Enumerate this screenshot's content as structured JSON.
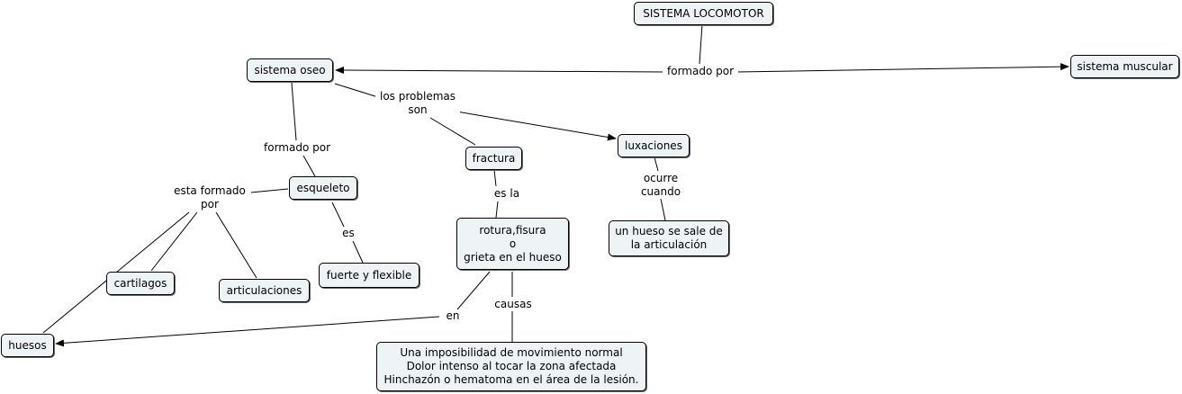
{
  "concepts": {
    "sistema_locomotor": "SISTEMA LOCOMOTOR",
    "sistema_oseo": "sistema oseo",
    "sistema_muscular": "sistema muscular",
    "esqueleto": "esqueleto",
    "fractura": "fractura",
    "luxaciones": "luxaciones",
    "cartilagos": "cartilagos",
    "articulaciones": "articulaciones",
    "fuerte_flexible": "fuerte y flexible",
    "huesos": "huesos",
    "rotura": "rotura,fisura\no\ngrieta en el hueso",
    "hueso_sale": "un hueso se sale de\nla articulación",
    "sintomas": "Una imposibilidad de movimiento normal\nDolor intenso al tocar la zona afectada\nHinchazón o hematoma en el área de la lesión."
  },
  "linking_phrases": {
    "formado_por_top": "formado por",
    "formado_por_left": "formado por",
    "los_problemas_son": "los problemas\nson",
    "esta_formado_por": "esta formado\npor",
    "es": "es",
    "es_la": "es la",
    "ocurre_cuando": "ocurre\ncuando",
    "en": "en",
    "causas": "causas"
  },
  "colors": {
    "node_fill": "#eef3f5",
    "line": "#000000"
  }
}
